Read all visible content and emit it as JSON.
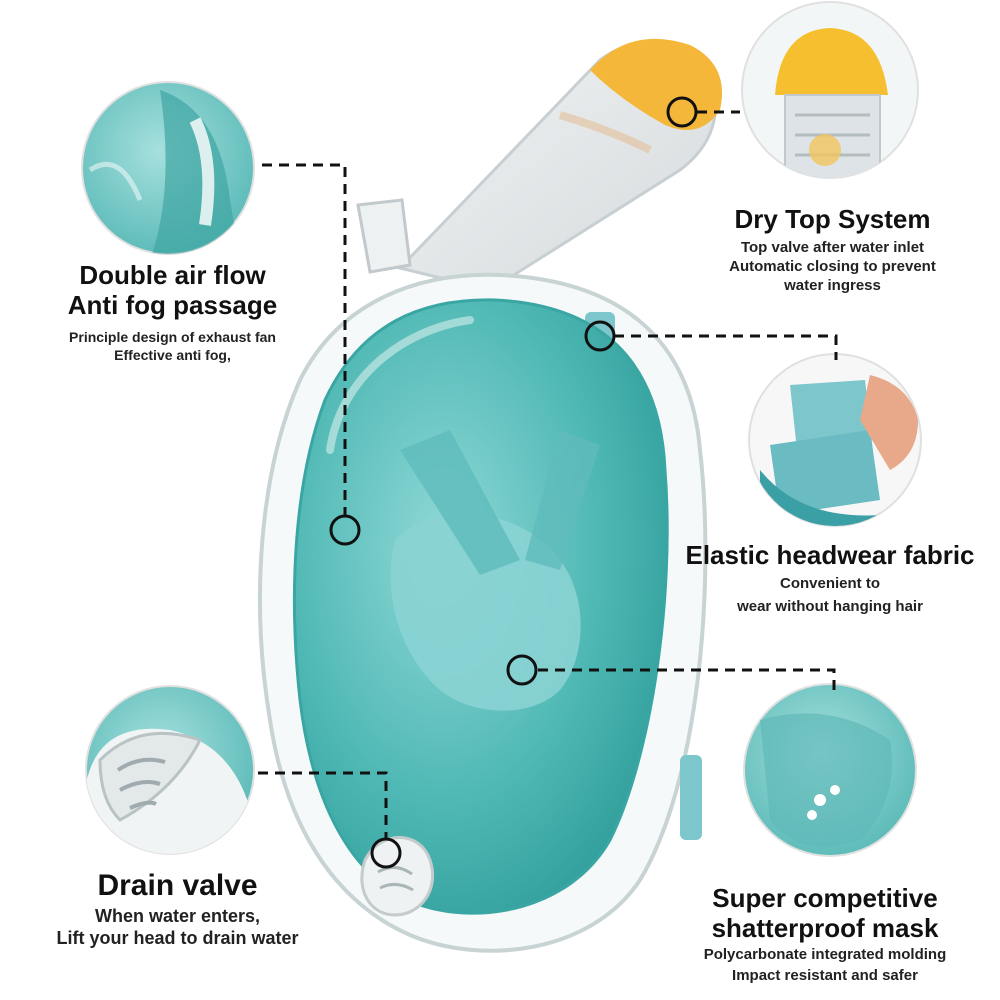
{
  "features": {
    "double_air_flow": {
      "title_line1": "Double air flow",
      "title_line2": "Anti fog passage",
      "desc_line1": "Principle design of exhaust fan",
      "desc_line2": "Effective anti fog,"
    },
    "dry_top": {
      "title": "Dry Top System",
      "desc_line1": "Top valve after water inlet",
      "desc_line2": "Automatic closing to prevent",
      "desc_line3": "water ingress"
    },
    "elastic_headwear": {
      "title": "Elastic headwear fabric",
      "desc_line1": "Convenient to",
      "desc_line2": "wear without hanging hair"
    },
    "drain_valve": {
      "title": "Drain valve",
      "desc_line1": "When water enters,",
      "desc_line2": "Lift your head to drain water"
    },
    "shatterproof": {
      "title_line1": "Super competitive",
      "title_line2": "shatterproof mask",
      "desc_line1": "Polycarbonate integrated molding",
      "desc_line2": "Impact resistant and safer"
    }
  },
  "colors": {
    "lens": "#4fb8b4",
    "lens_dark": "#2e9c99",
    "frame": "#f4f8f8",
    "snorkel_tip": "#f4b73a",
    "strap": "#7cc6cc",
    "leader": "#111111"
  },
  "icons": [
    "snorkel-mask-illustration",
    "circle-marker-icon"
  ]
}
